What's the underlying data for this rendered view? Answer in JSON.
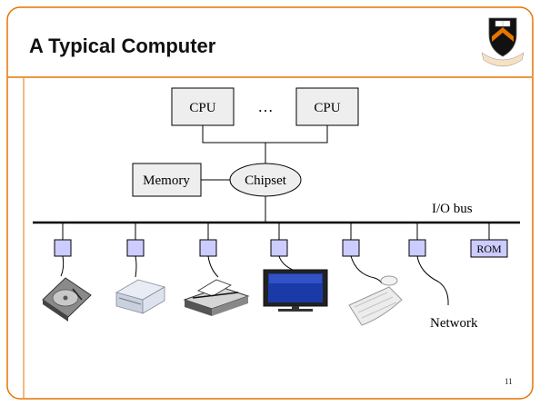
{
  "slide": {
    "title": "A Typical Computer",
    "page_number": "11",
    "accent_color": "#E77500",
    "logo_icon": "princeton-shield-icon"
  },
  "diagram": {
    "cpu_left": "CPU",
    "ellipsis": "…",
    "cpu_right": "CPU",
    "memory": "Memory",
    "chipset": "Chipset",
    "io_bus": "I/O bus",
    "rom": "ROM",
    "network": "Network",
    "devices": [
      "hard-disk-drive-icon",
      "optical-drive-icon",
      "printer-icon",
      "monitor-icon",
      "keyboard-mouse-icon"
    ]
  }
}
